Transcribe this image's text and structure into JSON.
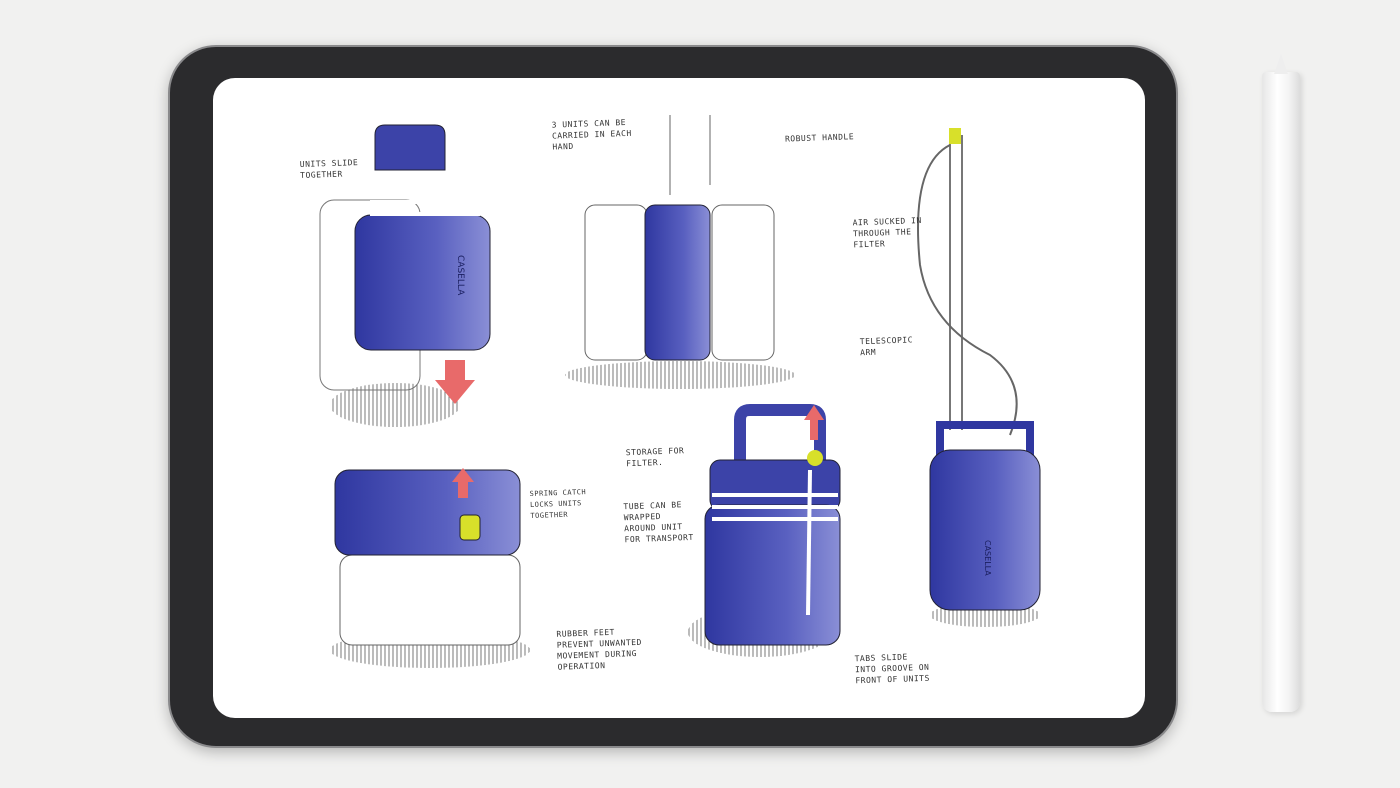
{
  "brand": "CASELLA",
  "colors": {
    "unit_blue": "#3c43a8",
    "arrow_red": "#e86a6a",
    "filter_yellow": "#d8e02a",
    "bezel": "#2b2b2d"
  },
  "annotations": {
    "slide_together": "Units slide together",
    "carry": "3 units can be carried in each hand",
    "handle": "Robust handle",
    "air": "Air sucked in through the filter",
    "arm": "Telescopic arm",
    "spring": "Spring catch locks units together",
    "storage": "Storage for filter.",
    "tube": "Tube can be wrapped around unit for transport",
    "feet": "Rubber feet prevent unwanted movement during operation",
    "tabs": "Tabs slide into groove on front of units"
  }
}
